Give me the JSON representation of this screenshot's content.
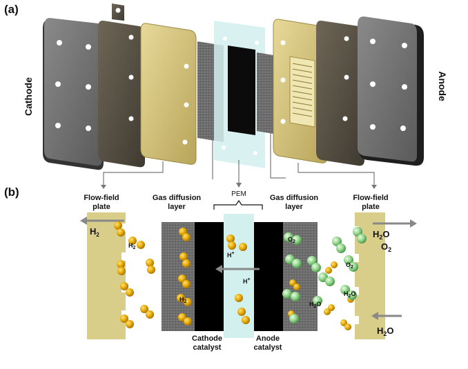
{
  "panel_a": {
    "label": "(a)",
    "cathode": "Cathode",
    "anode": "Anode"
  },
  "panel_b": {
    "label": "(b)",
    "flow_field_left": [
      "Flow-field",
      "plate"
    ],
    "gdl_left": [
      "Gas diffusion",
      "layer"
    ],
    "pem": "PEM",
    "gdl_right": [
      "Gas diffusion",
      "layer"
    ],
    "flow_field_right": [
      "Flow-field",
      "plate"
    ],
    "cathode_catalyst": [
      "Cathode",
      "catalyst"
    ],
    "anode_catalyst": [
      "Anode",
      "catalyst"
    ],
    "species": {
      "h2": "H",
      "h2_sub": "2",
      "o2": "O",
      "o2_sub": "2",
      "h_plus": "H",
      "h_plus_sup": "+",
      "h2o": "H",
      "h2o_sub": "2",
      "h2o_o": "O"
    }
  },
  "colors": {
    "plate_gray": "#6e6e6e",
    "gasket_dark": "#5a5347",
    "gdl_gold": "#d4c272",
    "flow_field_tan": "#d9cd8a",
    "membrane_cyan": "#d2f0ee",
    "hydrogen_gold": "#e6a800",
    "oxygen_green": "#8fd18a",
    "arrow_gray": "#888888"
  }
}
